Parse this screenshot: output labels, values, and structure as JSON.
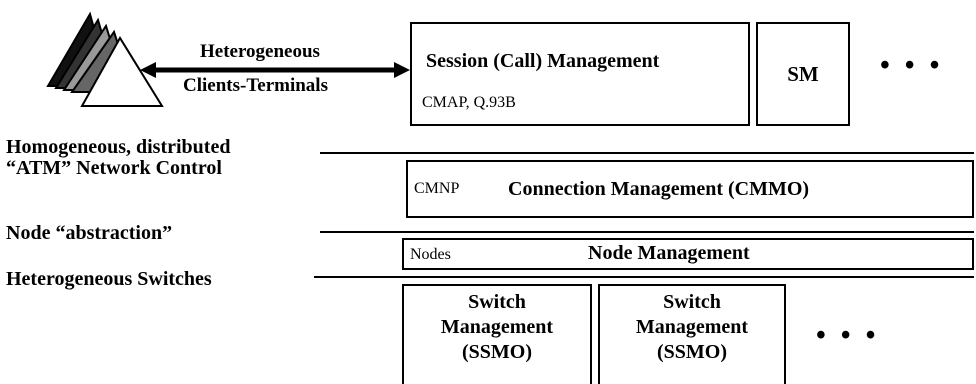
{
  "terminals": {
    "arrow_label_line1": "Heterogeneous",
    "arrow_label_line2": "Clients-Terminals"
  },
  "session_box": {
    "title": "Session (Call) Management",
    "protocols": "CMAP, Q.93B"
  },
  "sm_box": {
    "label": "SM"
  },
  "ellipsis": "• • •",
  "layers": {
    "network_control_line1": "Homogeneous, distributed",
    "network_control_line2": "“ATM” Network Control",
    "node_abstraction": "Node “abstraction”",
    "heterogeneous_switches": "Heterogeneous Switches"
  },
  "connection_box": {
    "protocol": "CMNP",
    "title": "Connection Management (CMMO)"
  },
  "node_box": {
    "prefix": "Nodes",
    "title": "Node Management"
  },
  "switch_boxes": [
    {
      "line1": "Switch",
      "line2": "Management",
      "line3": "(SSMO)"
    },
    {
      "line1": "Switch",
      "line2": "Management",
      "line3": "(SSMO)"
    }
  ]
}
